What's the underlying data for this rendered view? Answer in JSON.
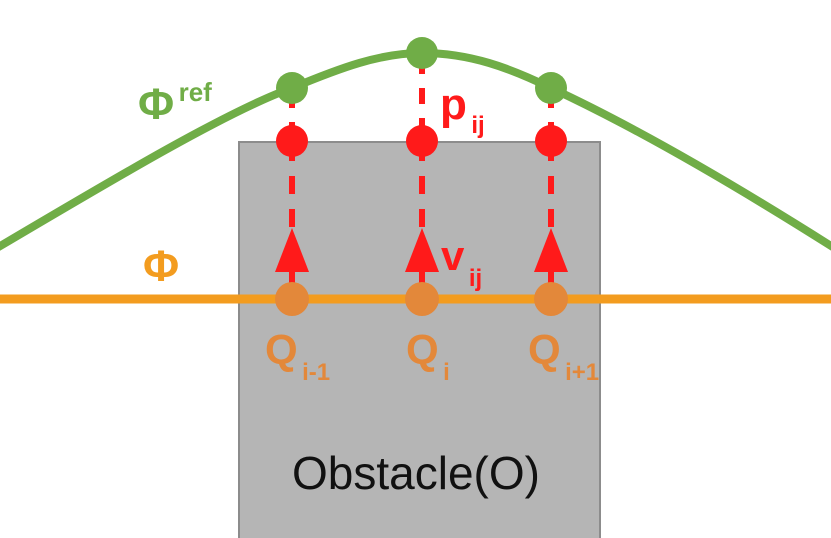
{
  "colors": {
    "reference_curve": "#70ad47",
    "current_curve": "#f39c1f",
    "q_points": "#e3883a",
    "projection": "#ff1a1a",
    "obstacle_fill": "#b5b5b5",
    "obstacle_stroke": "#8c8c8c",
    "text_dark": "#111111"
  },
  "labels": {
    "phi_ref_symbol": "Φ",
    "phi_ref_sup": "ref",
    "phi_symbol": "Φ",
    "p_main": "p",
    "p_sub": "ij",
    "v_main": "v",
    "v_sub": "ij",
    "obstacle": "Obstacle(O)"
  },
  "points": [
    {
      "main": "Q",
      "sub": "i-1"
    },
    {
      "main": "Q",
      "sub": "i"
    },
    {
      "main": "Q",
      "sub": "i+1"
    }
  ]
}
